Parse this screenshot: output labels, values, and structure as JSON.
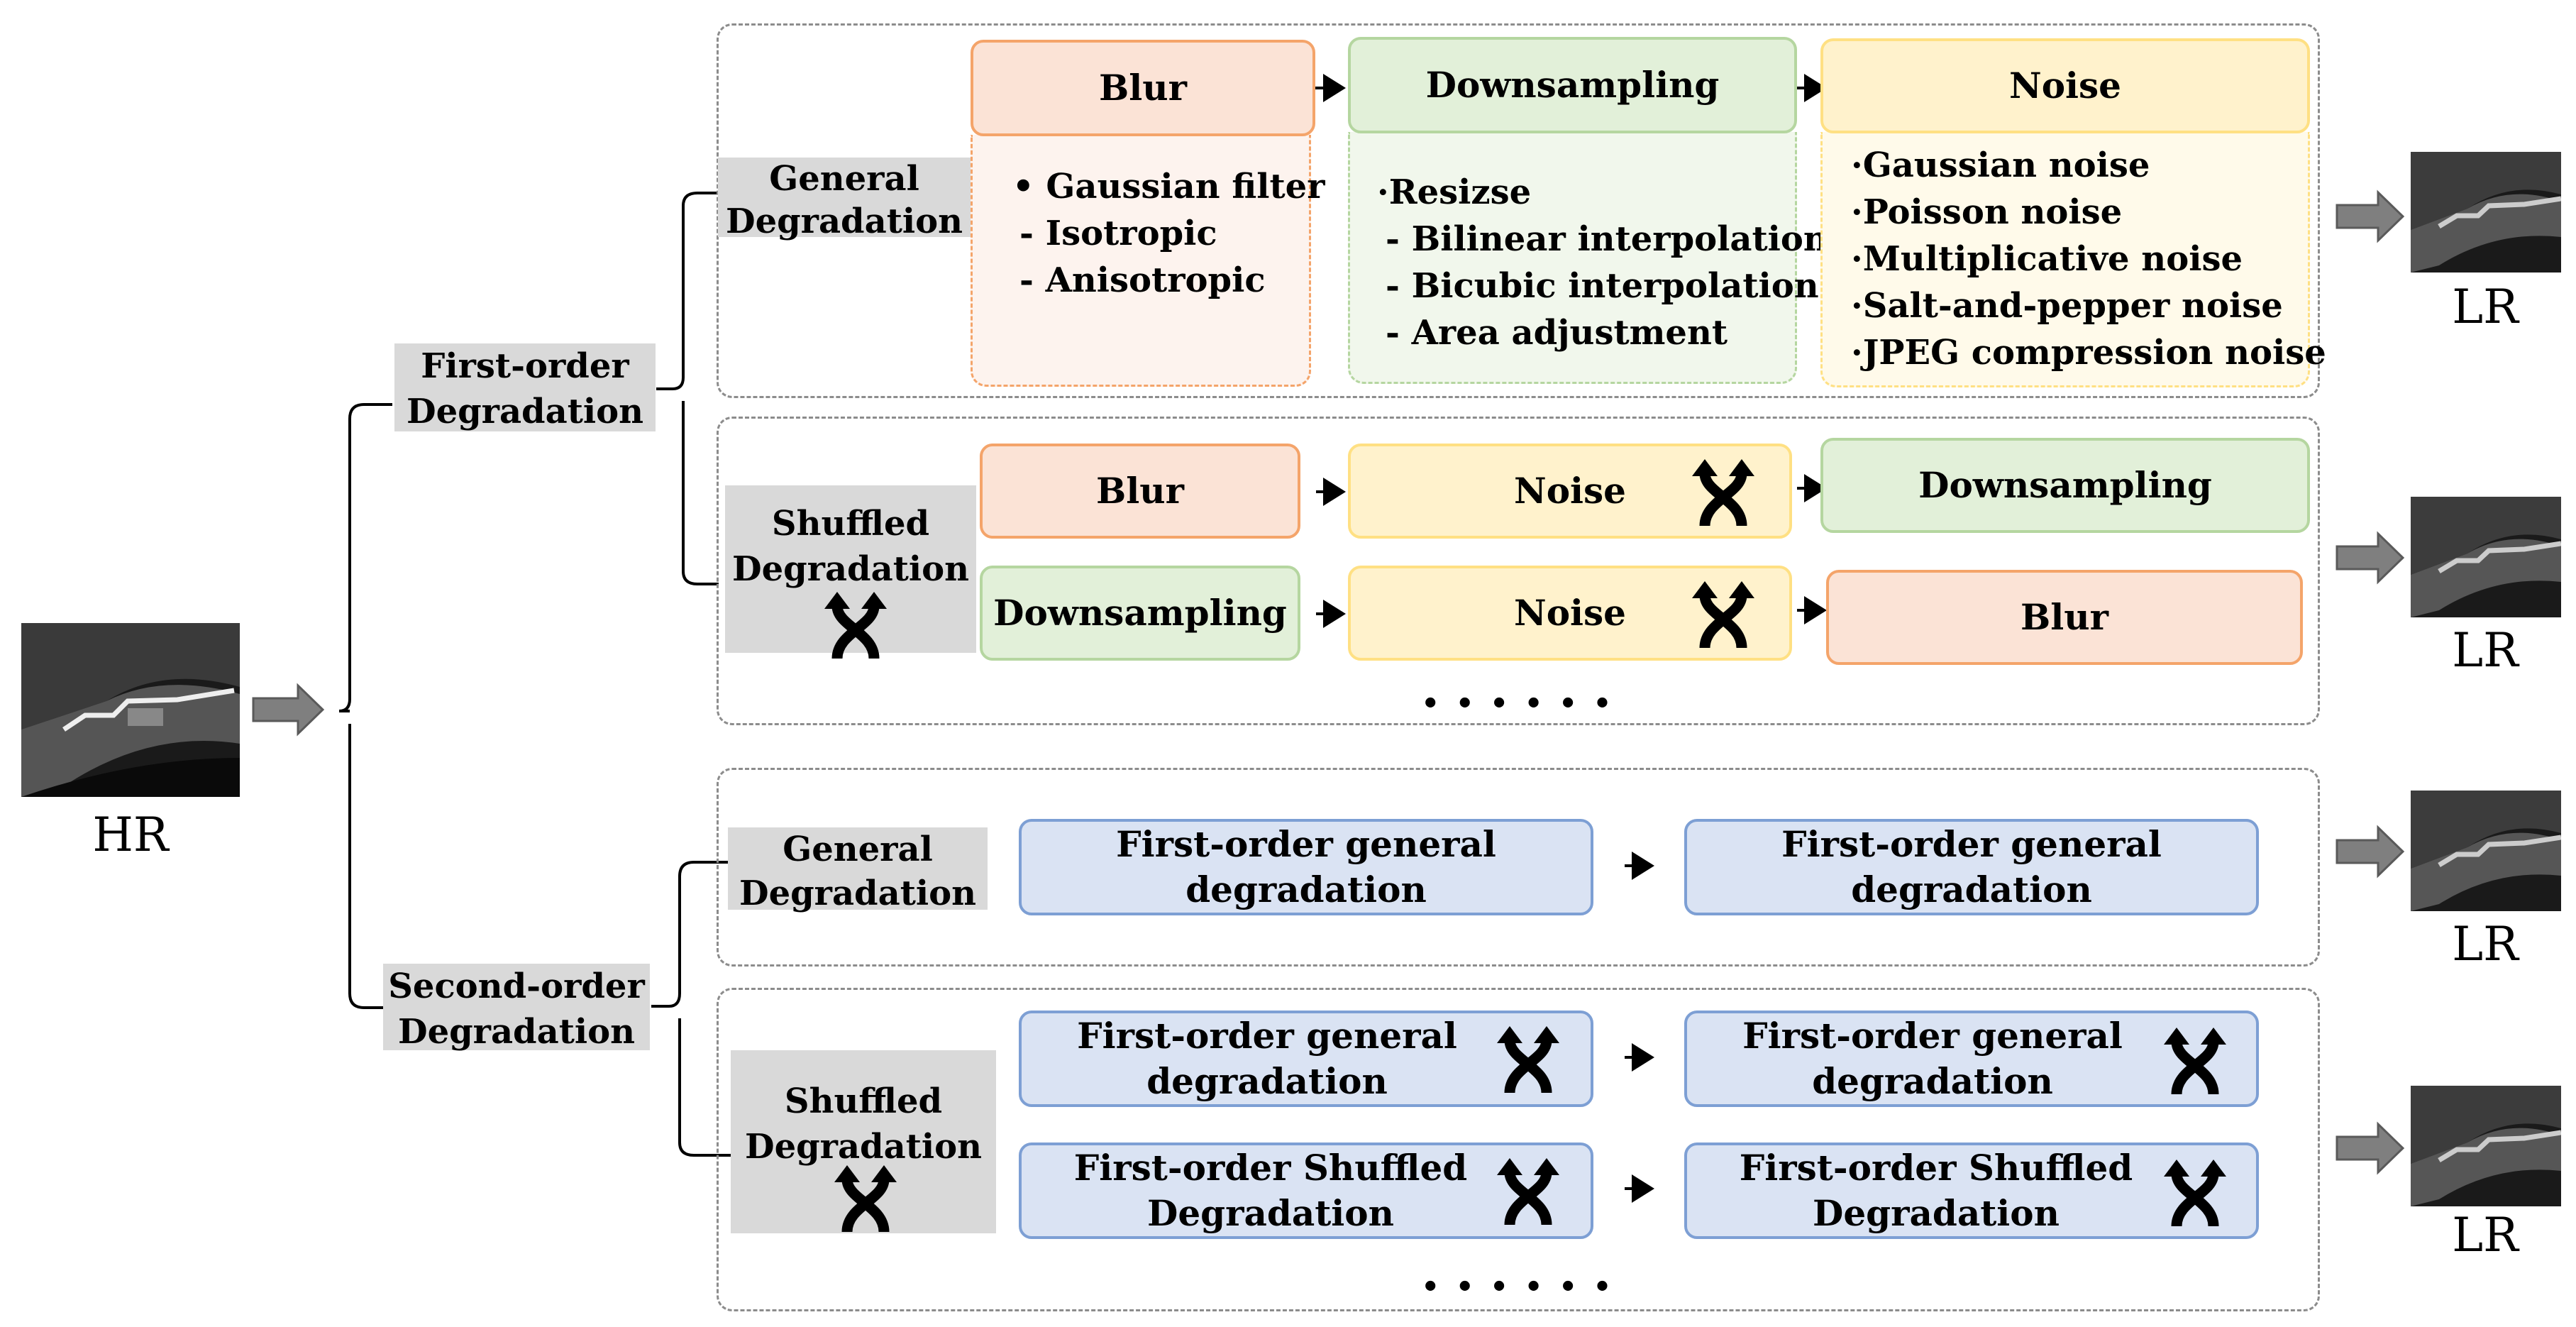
{
  "input": {
    "label": "HR"
  },
  "outputs": [
    "LR",
    "LR",
    "LR",
    "LR"
  ],
  "tree": {
    "first_order": "First-order\nDegradation",
    "second_order": "Second-order\nDegradation"
  },
  "first_order_general": {
    "label": "General\nDegradation",
    "stages": [
      {
        "title": "Blur",
        "items": [
          "• Gaussian filter",
          "- Isotropic",
          "- Anisotropic"
        ]
      },
      {
        "title": "Downsampling",
        "items": [
          "·Resizse",
          "- Bilinear interpolation",
          "- Bicubic interpolation",
          "- Area adjustment"
        ]
      },
      {
        "title": "Noise",
        "items": [
          "·Gaussian noise",
          "·Poisson noise",
          "·Multiplicative noise",
          "·Salt-and-pepper noise",
          "·JPEG compression noise"
        ]
      }
    ]
  },
  "first_order_shuffled": {
    "label": "Shuffled\nDegradation",
    "row1": [
      "Blur",
      "Noise",
      "Downsampling"
    ],
    "row2": [
      "Downsampling",
      "Noise",
      "Blur"
    ],
    "ellipsis": "......"
  },
  "second_order_general": {
    "label": "General\nDegradation",
    "boxes": [
      "First-order general\ndegradation",
      "First-order general\ndegradation"
    ]
  },
  "second_order_shuffled": {
    "label": "Shuffled\nDegradation",
    "row1": [
      "First-order general\ndegradation",
      "First-order general\ndegradation"
    ],
    "row2": [
      "First-order Shuffled\nDegradation",
      "First-order Shuffled\nDegradation"
    ],
    "ellipsis": "......"
  },
  "colors": {
    "blur_fill": "#fbe3d6",
    "blur_border": "#f4a46a",
    "down_fill": "#e2f0d9",
    "down_border": "#b5d6a0",
    "noise_fill": "#fff2cc",
    "noise_border": "#ffe083",
    "first_order_fill": "#dae3f3",
    "first_order_border": "#7d9fd4",
    "label_fill": "#d9d9d9",
    "panel_border": "#8c8c8c"
  },
  "icons": {
    "shuffle": "shuffle-icon",
    "arrow": "arrow-right-icon",
    "gray_arrow": "gray-arrow-icon"
  }
}
